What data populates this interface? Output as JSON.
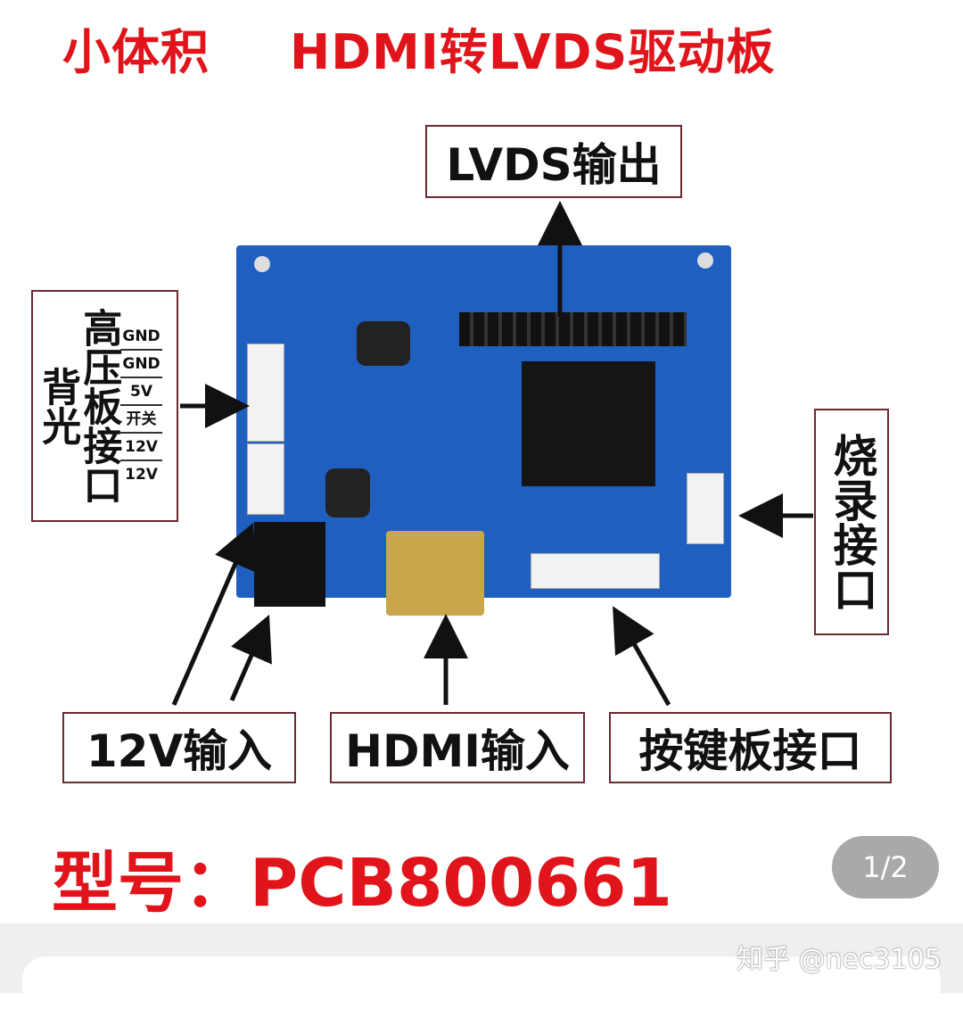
{
  "title": {
    "left": "小体积",
    "right": "HDMI转LVDS驱动板"
  },
  "labels": {
    "lvds_output": "LVDS输出",
    "backlight_outer": "背光",
    "backlight_inner": "高压板接口",
    "backlight_pins": [
      "GND",
      "GND",
      "5V",
      "开关",
      "12V",
      "12V"
    ],
    "burn_port": "烧录接口",
    "power_input": "12V输入",
    "hdmi_input": "HDMI输入",
    "keypad_port": "按键板接口"
  },
  "model": "型号：PCB800661",
  "viewer": {
    "page_indicator": "1/2",
    "watermark": "知乎 @nec3105"
  },
  "colors": {
    "title_red": "#e0141a",
    "board_blue": "#1f5fc0",
    "badge_gray": "#a9a9a9"
  }
}
